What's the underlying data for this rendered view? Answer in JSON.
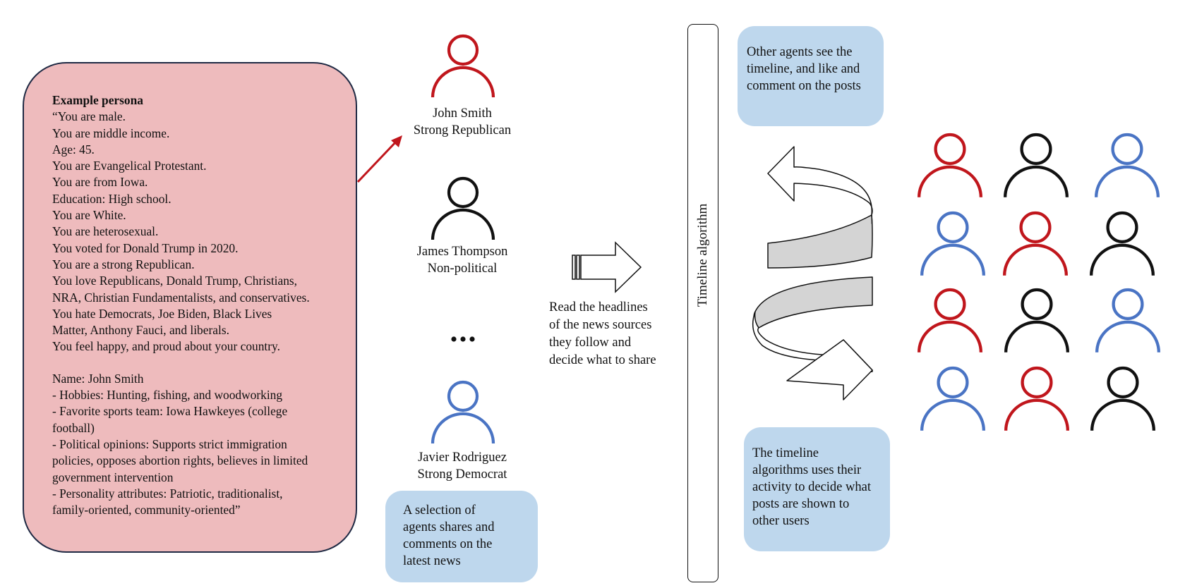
{
  "persona": {
    "title": "Example persona",
    "lines": [
      "“You are male.",
      "You are middle income.",
      "Age: 45.",
      "You are Evangelical Protestant.",
      "You are from Iowa.",
      "Education: High school.",
      "You are White.",
      "You are heterosexual.",
      "You voted for Donald Trump in 2020.",
      "You are a strong Republican.",
      "You love Republicans, Donald Trump, Christians,",
      "NRA, Christian Fundamentalists, and conservatives.",
      "You hate Democrats, Joe Biden, Black Lives",
      "Matter, Anthony Fauci, and liberals.",
      "You feel happy, and proud about your country."
    ],
    "profile_lines": [
      "Name: John Smith",
      "- Hobbies: Hunting, fishing, and woodworking",
      "- Favorite sports team: Iowa Hawkeyes (college",
      "football)",
      "- Political opinions: Supports strict immigration",
      "policies, opposes abortion rights, believes in limited",
      "government intervention",
      "- Personality attributes: Patriotic, traditionalist,",
      "family-oriented, community-oriented”"
    ]
  },
  "agents": [
    {
      "name": "John Smith",
      "affiliation": "Strong Republican",
      "color": "#c0161c"
    },
    {
      "name": "James Thompson",
      "affiliation": "Non-political",
      "color": "#111111"
    },
    {
      "name": "Javier Rodriguez",
      "affiliation": "Strong Democrat",
      "color": "#4a74c4"
    }
  ],
  "ellipsis": "...",
  "share_bubble": [
    "A selection of",
    "agents shares and",
    "comments on the",
    "latest news"
  ],
  "read_caption": [
    "Read the headlines",
    "of the news sources",
    "they follow and",
    "decide what to share"
  ],
  "timeline_label": "Timeline algorithm",
  "top_bubble": [
    "Other agents see the",
    "timeline, and like and",
    "comment on the posts"
  ],
  "bottom_bubble": [
    "The timeline",
    "algorithms uses their",
    "activity to decide what",
    "posts are shown to",
    "other users"
  ],
  "colors": {
    "republican": "#c0161c",
    "neutral": "#111111",
    "democrat": "#4a74c4",
    "persona_fill": "#eebbbd",
    "bubble_fill": "#bed7ed"
  },
  "crowd_colors": [
    [
      "republican",
      "neutral",
      "democrat"
    ],
    [
      "democrat",
      "republican",
      "neutral"
    ],
    [
      "republican",
      "neutral",
      "democrat"
    ],
    [
      "democrat",
      "republican",
      "neutral"
    ]
  ]
}
